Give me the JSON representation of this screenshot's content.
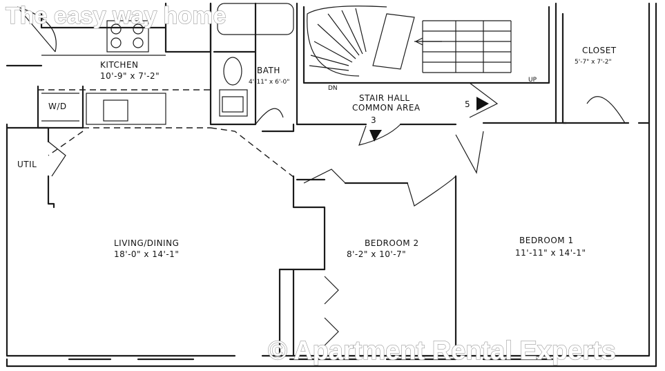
{
  "watermark": {
    "top": "The easy way home",
    "bottom": "© Apartment Rental Experts"
  },
  "rooms": {
    "kitchen": {
      "name": "KITCHEN",
      "dims": "10'-9\" x 7'-2\""
    },
    "bath": {
      "name": "BATH",
      "dims": "4'-11\" x 6'-0\""
    },
    "stair_hall": {
      "name": "STAIR HALL",
      "sub": "COMMON AREA"
    },
    "closet": {
      "name": "CLOSET",
      "dims": "5'-7\" x 7'-2\""
    },
    "washer_dryer": {
      "name": "W/D"
    },
    "util": {
      "name": "UTIL"
    },
    "living": {
      "name": "LIVING/DINING",
      "dims": "18'-0\" x 14'-1\""
    },
    "bedroom2": {
      "name": "BEDROOM 2",
      "dims": "8'-2\" x 10'-7\""
    },
    "bedroom1": {
      "name": "BEDROOM 1",
      "dims": "11'-11\" x 14'-1\""
    }
  },
  "stairs": {
    "down": "DN",
    "up": "UP"
  },
  "markers": {
    "door3": "3",
    "door5": "5"
  }
}
